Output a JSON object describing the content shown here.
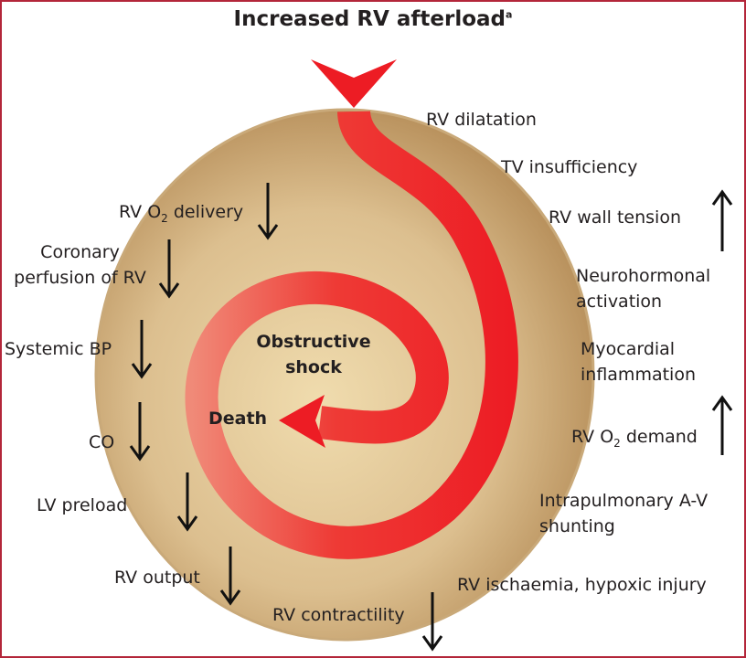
{
  "title": {
    "text": "Increased RV afterload",
    "superscript": "a"
  },
  "center": {
    "line1": "Obstructive",
    "line2": "shock",
    "end": "Death"
  },
  "left_labels": [
    {
      "pre": "RV O",
      "sub": "2",
      "post": " delivery",
      "direction": "down"
    },
    {
      "line1": "Coronary",
      "line2": "perfusion of RV",
      "direction": "down"
    },
    {
      "text": "Systemic BP",
      "direction": "down"
    },
    {
      "text": "CO",
      "direction": "down"
    },
    {
      "text": "LV preload",
      "direction": "down"
    },
    {
      "text": "RV output",
      "direction": "down"
    },
    {
      "text": "RV contractility",
      "direction": "down"
    }
  ],
  "right_labels": [
    {
      "text": "RV dilatation"
    },
    {
      "text": "TV insufficiency"
    },
    {
      "text": "RV wall tension",
      "direction": "up"
    },
    {
      "line1": "Neurohormonal",
      "line2": "activation"
    },
    {
      "line1": "Myocardial",
      "line2": "inflammation"
    },
    {
      "pre": "RV O",
      "sub": "2",
      "post": " demand",
      "direction": "up"
    },
    {
      "line1": "Intrapulmonary A-V",
      "line2": "shunting"
    },
    {
      "text": "RV ischaemia, hypoxic injury"
    }
  ],
  "colors": {
    "spiral": "#ed1c24",
    "spiral_light": "#f08070",
    "disc": "#d9b98a",
    "frame": "#b3263a"
  }
}
